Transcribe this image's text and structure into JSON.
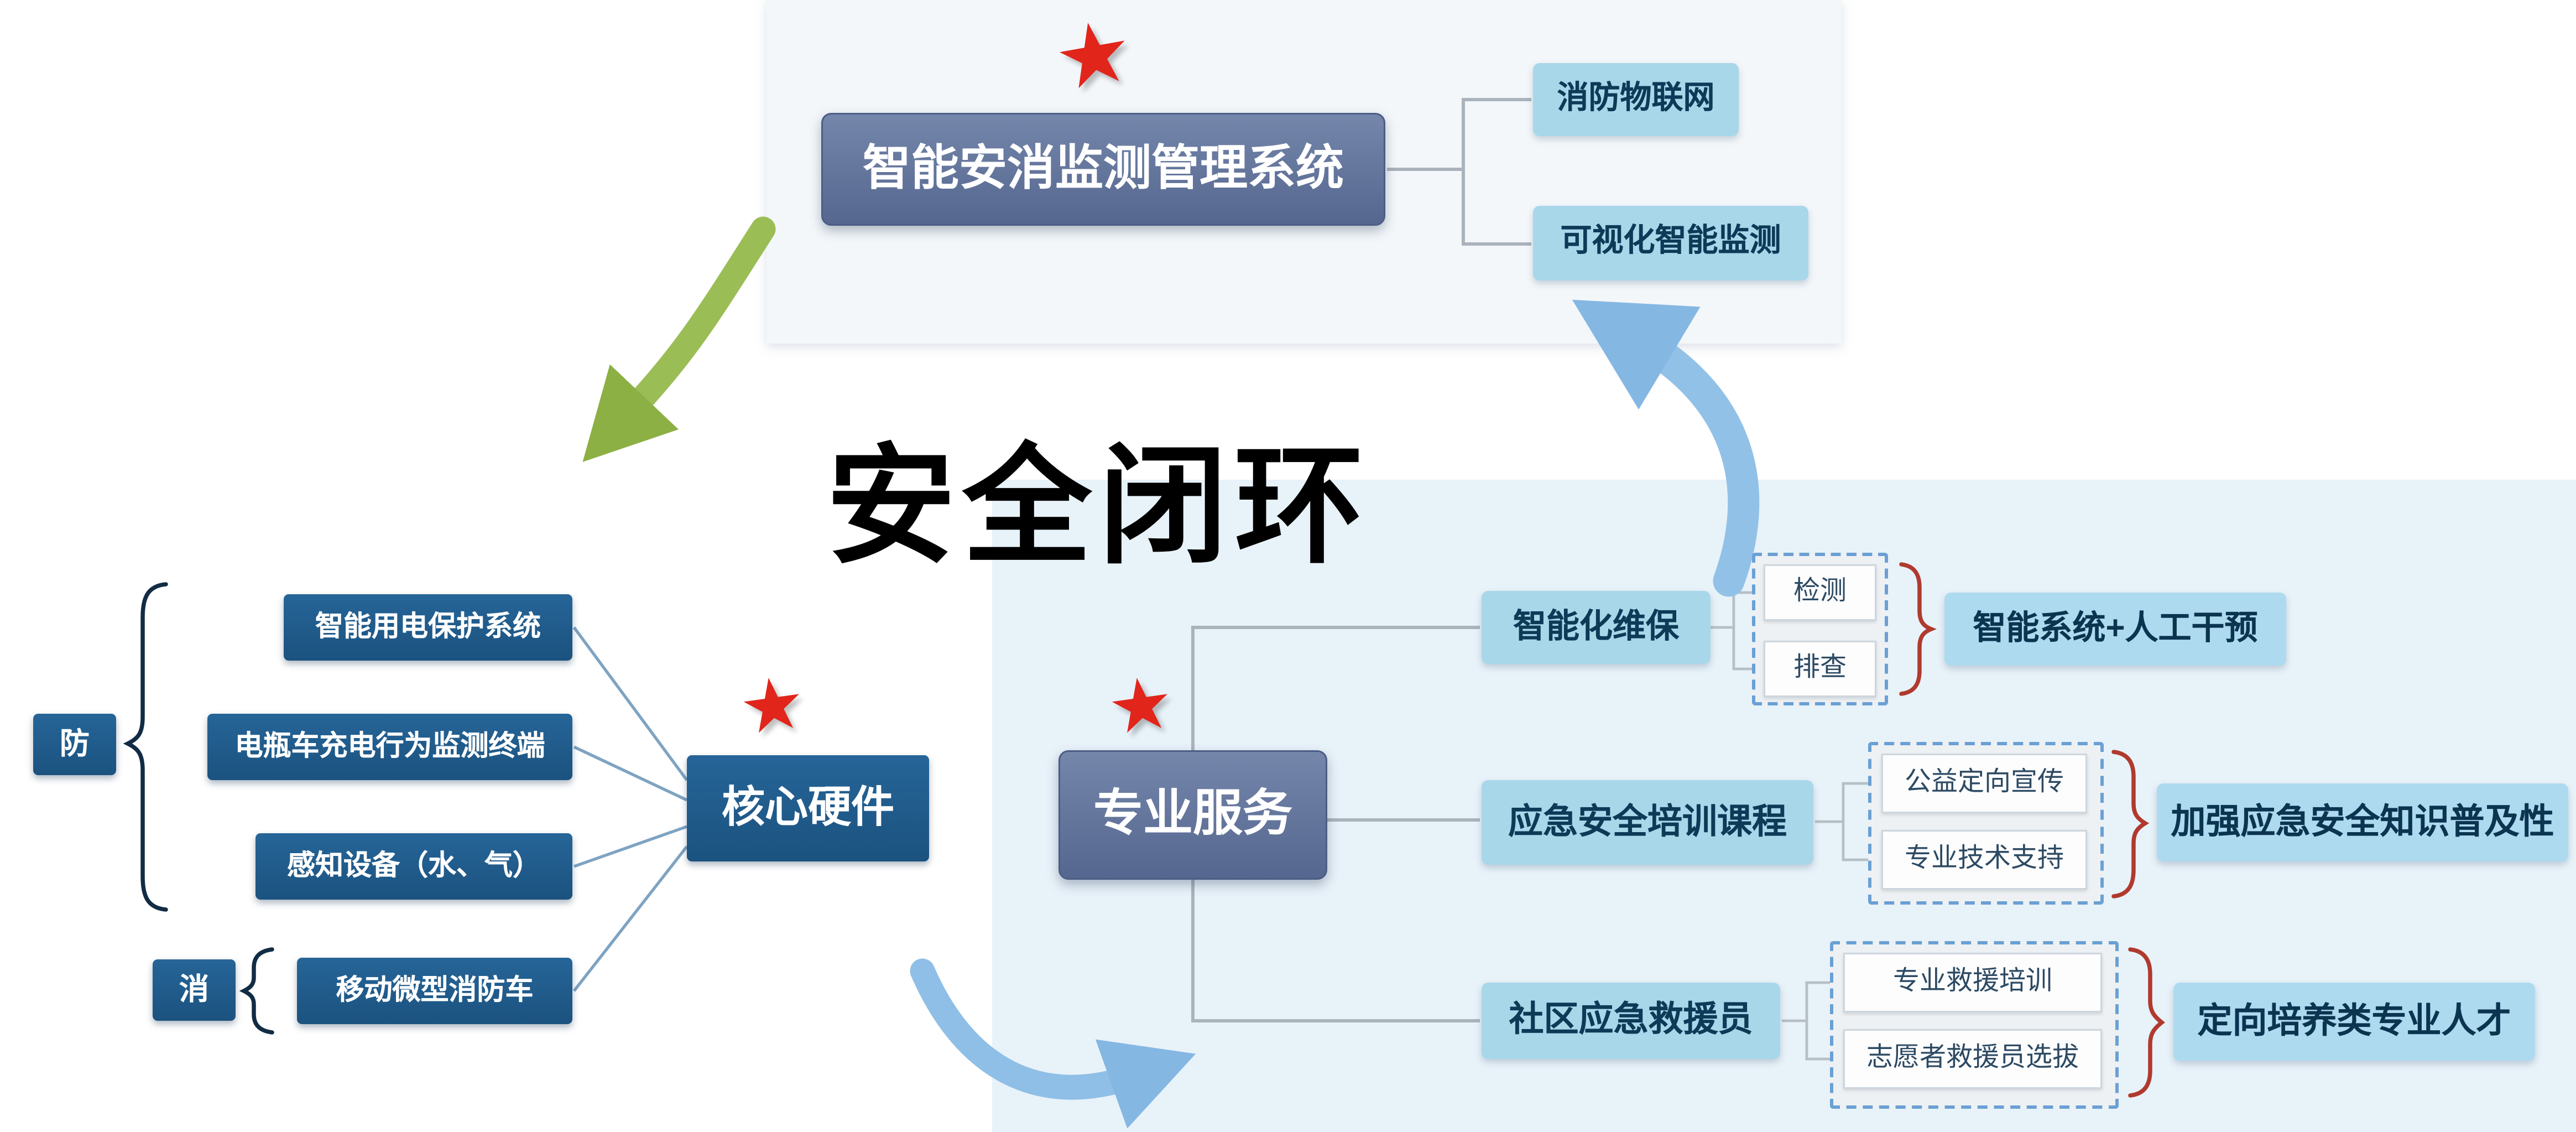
{
  "diagram": {
    "center_title": "安全闭环",
    "top": {
      "root": "智能安消监测管理系统",
      "children": [
        "消防物联网",
        "可视化智能监测"
      ]
    },
    "left": {
      "fang": {
        "label": "防",
        "items": [
          "智能用电保护系统",
          "电瓶车充电行为监测终端",
          "感知设备（水、气）"
        ]
      },
      "xiao": {
        "label": "消",
        "items": [
          "移动微型消防车"
        ]
      },
      "core": "核心硬件"
    },
    "right": {
      "root": "专业服务",
      "rows": [
        {
          "label": "智能化维保",
          "subs": [
            "检测",
            "排查"
          ],
          "result": "智能系统+人工干预"
        },
        {
          "label": "应急安全培训课程",
          "subs": [
            "公益定向宣传",
            "专业技术支持"
          ],
          "result": "加强应急安全知识普及性"
        },
        {
          "label": "社区应急救援员",
          "subs": [
            "专业救援培训",
            "志愿者救援员选拔"
          ],
          "result": "定向培养类专业人才"
        }
      ]
    },
    "icons": {
      "star": "★"
    },
    "colors": {
      "star_red": "#e1251b",
      "slate_node": "#5a6d96",
      "deep_blue_node": "#1f5c8b",
      "light_blue_node": "#a9d7ea",
      "result_node": "#aedaef",
      "brace_red": "#b03a2e",
      "connector_gray": "#aab3bb",
      "arrow_green": "#9bbd55",
      "arrow_blue": "#8fbfe6"
    }
  }
}
